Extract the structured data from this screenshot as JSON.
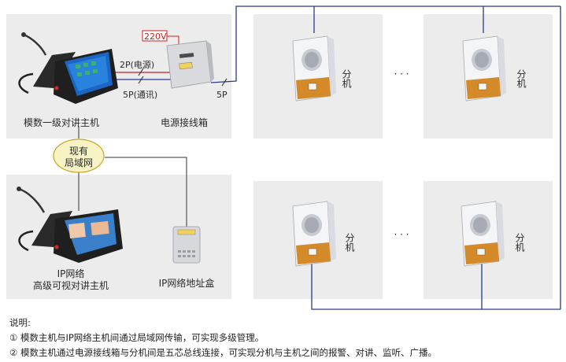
{
  "labels": {
    "analog_host": "模数一级对讲主机",
    "power_box": "电源接线箱",
    "ip_host_line1": "IP网络",
    "ip_host_line2": "高级可视对讲主机",
    "ip_address_box": "IP网络地址盒",
    "lan_line1": "现有",
    "lan_line2": "局域网",
    "voltage": "220V",
    "power_2p": "2P(电源)",
    "comm_5p": "5P(通讯)",
    "bus_5p": "5P",
    "extension": "分机",
    "ellipsis": "· · ·"
  },
  "notes": {
    "title": "说明:",
    "items": [
      "① 模数主机与IP网络主机间通过局域网传输，可实现多级管理。",
      "② 模数主机通过电源接线箱与分机间是五芯总线连接，可实现分机与主机之间的报警、对讲、监听、广播。"
    ]
  },
  "colors": {
    "panel": "#ececec",
    "bus_line": "#2b3a8c",
    "power_line": "#cc1f1f",
    "lan_ellipse": "#f7f3c4",
    "lan_border": "#c9a227"
  }
}
